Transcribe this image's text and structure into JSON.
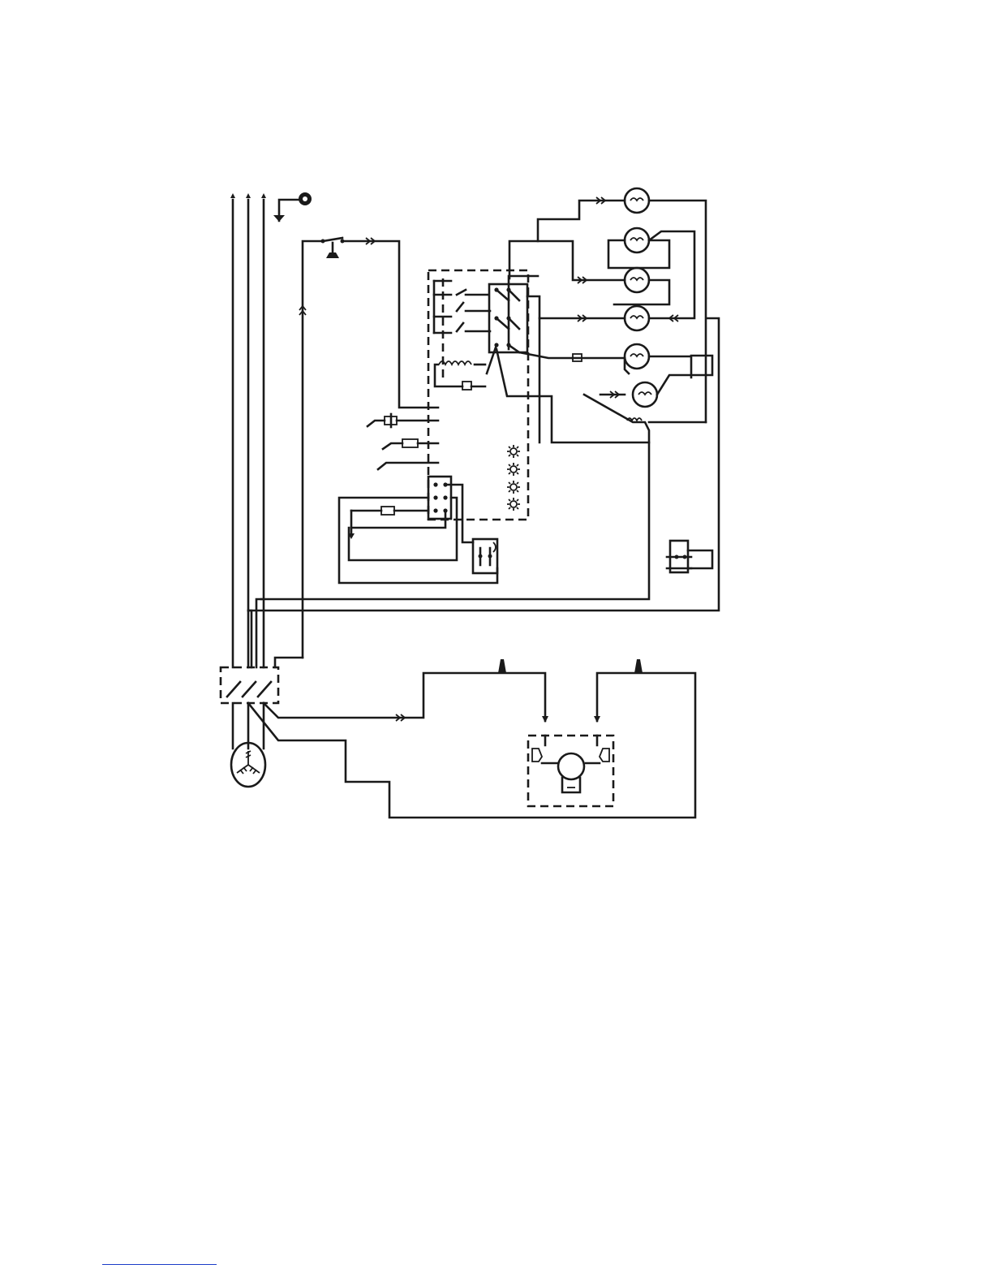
{
  "diagram": {
    "type": "wiring-schematic",
    "colors": {
      "ink": "#1a1a1a",
      "background": "#ffffff",
      "footnote_rule": "#1a3cc8"
    },
    "components": [
      "supply-lines",
      "ground-terminal",
      "door-switch",
      "control-box",
      "heating-elements",
      "junction-block",
      "contactor",
      "three-phase-motor",
      "thermostat-enclosure",
      "indicator-lamps"
    ]
  }
}
